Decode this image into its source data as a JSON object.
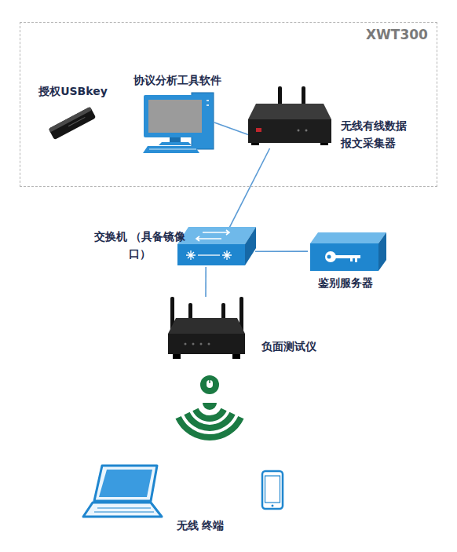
{
  "diagram": {
    "nodes": [
      {
        "text": [
          "XWT300"
        ]
      },
      {
        "text": [
          "授权USBkey"
        ],
        "in": 0
      },
      {
        "text": [
          "协议分析工具软件"
        ],
        "in": 0
      },
      {
        "text": [
          "无线有线数据 报文采集器"
        ],
        "in": 0
      },
      {
        "text": [
          "交换机 （具备镜像口）"
        ]
      },
      {
        "text": [
          "鉴别服务器"
        ]
      },
      {
        "text": [
          "负面测试仪"
        ]
      },
      {
        "text": [
          "无线 终端"
        ]
      }
    ],
    "edges": [
      {
        "from": 2,
        "to": 3,
        "arrow": "none"
      },
      {
        "from": 3,
        "to": 4,
        "arrow": "none"
      },
      {
        "from": 4,
        "to": 5,
        "arrow": "none"
      },
      {
        "from": 4,
        "to": 6,
        "arrow": "none"
      }
    ]
  }
}
